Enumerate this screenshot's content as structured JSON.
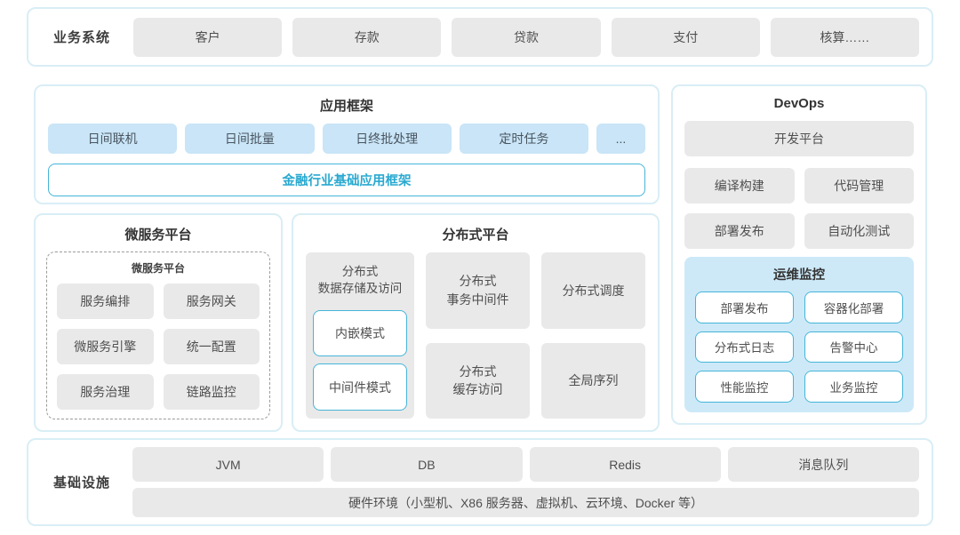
{
  "colors": {
    "panel_border": "#d9eef6",
    "gray_box": "#e9e9ea",
    "blue_box": "#c9e5f7",
    "monitor_bg": "#cde9f8",
    "cyan_border": "#45b5d8",
    "cyan_text": "#29a9d0"
  },
  "business_system": {
    "label": "业务系统",
    "items": [
      "客户",
      "存款",
      "贷款",
      "支付",
      "核算……"
    ]
  },
  "app_framework": {
    "title": "应用框架",
    "items": [
      "日间联机",
      "日间批量",
      "日终批处理",
      "定时任务",
      "..."
    ],
    "base": "金融行业基础应用框架"
  },
  "microservice": {
    "title": "微服务平台",
    "inner_title": "微服务平台",
    "items": [
      "服务编排",
      "服务网关",
      "微服务引擎",
      "统一配置",
      "服务治理",
      "链路监控"
    ]
  },
  "distributed": {
    "title": "分布式平台",
    "storage": {
      "title": "分布式\n数据存储及访问",
      "modes": [
        "内嵌模式",
        "中间件模式"
      ]
    },
    "col2": [
      "分布式\n事务中间件",
      "分布式\n缓存访问"
    ],
    "col3": [
      "分布式调度",
      "全局序列"
    ]
  },
  "devops": {
    "title": "DevOps",
    "platform": "开发平台",
    "items": [
      "编译构建",
      "代码管理",
      "部署发布",
      "自动化测试"
    ],
    "monitoring": {
      "title": "运维监控",
      "items": [
        "部署发布",
        "容器化部署",
        "分布式日志",
        "告警中心",
        "性能监控",
        "业务监控"
      ]
    }
  },
  "infrastructure": {
    "label": "基础设施",
    "items": [
      "JVM",
      "DB",
      "Redis",
      "消息队列"
    ],
    "hardware": "硬件环境（小型机、X86 服务器、虚拟机、云环境、Docker 等）"
  }
}
